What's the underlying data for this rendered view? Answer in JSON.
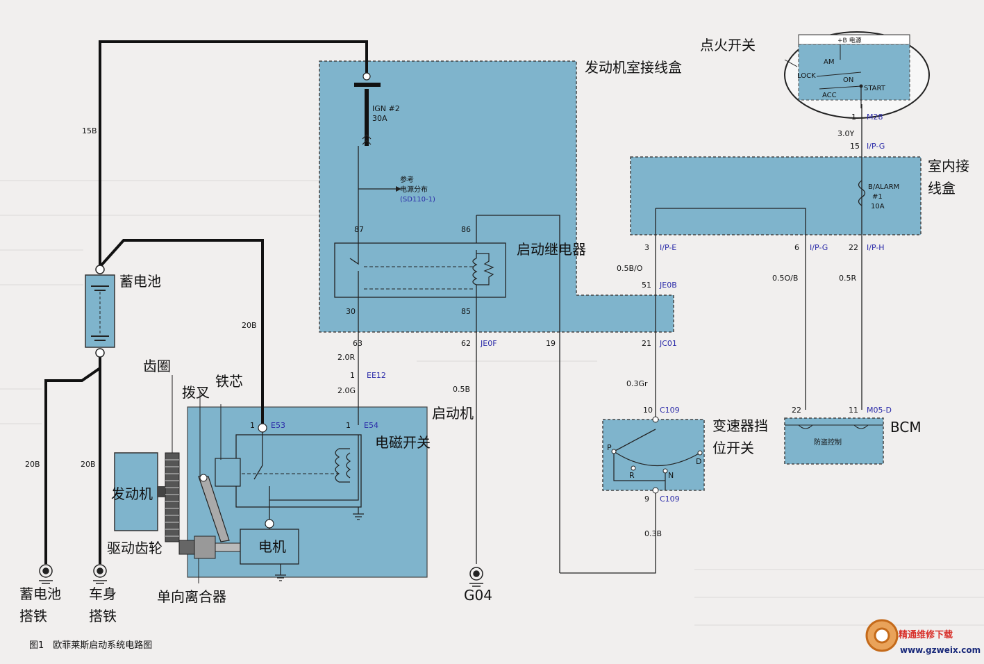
{
  "labels": {
    "engine_box": "发动机室接线盒",
    "ign_switch": "点火开关",
    "indoor_box_1": "室内接",
    "indoor_box_2": "线盒",
    "starter_relay": "启动继电器",
    "battery": "蓄电池",
    "starter": "启动机",
    "solenoid": "电磁开关",
    "gear_ring": "齿圈",
    "fork": "拨叉",
    "core": "铁芯",
    "engine": "发动机",
    "drive_gear": "驱动齿轮",
    "motor": "电机",
    "one_way_clutch": "单向离合器",
    "battery_ground_1": "蓄电池",
    "battery_ground_2": "搭铁",
    "body_ground_1": "车身",
    "body_ground_2": "搭铁",
    "g04": "G04",
    "shift_switch_1": "变速器挡",
    "shift_switch_2": "位开关",
    "bcm": "BCM",
    "bcm_inner": "防盗控制",
    "caption": "图1　欧菲莱斯启动系统电路图",
    "watermark_cn": "精通维修下载",
    "watermark_url": "www.gzweix.com"
  },
  "ign_switch": {
    "supply": "+B 电源",
    "am": "AM",
    "lock": "LOCK",
    "on": "ON",
    "acc": "ACC",
    "start": "START",
    "pin": "1",
    "conn": "M28"
  },
  "fuse_ign": {
    "name": "IGN #2",
    "rating": "30A"
  },
  "fuse_bialarm": {
    "name": "B/ALARM",
    "num": "#1",
    "rating": "10A"
  },
  "ref": {
    "line1": "参考",
    "line2": "电源分布",
    "line3": "(SD110-1)"
  },
  "wires": {
    "w15b": "15B",
    "w20b_top": "20B",
    "w20b_left": "20B",
    "w20b_mid": "20B",
    "w3y": "3.0Y",
    "w2r": "2.0R",
    "w2g": "2.0G",
    "w05b": "0.5B",
    "w05bo": "0.5B/O",
    "w05ob": "0.5O/B",
    "w05r": "0.5R",
    "w03gr": "0.3Gr",
    "w03b": "0.3B"
  },
  "pins": {
    "p15": "15",
    "ipg_top": "I/P-G",
    "p87": "87",
    "p86": "86",
    "p30": "30",
    "p85": "85",
    "p3": "3",
    "ipe": "I/P-E",
    "p6": "6",
    "ipg": "I/P-G",
    "p22": "22",
    "iph": "I/P-H",
    "p51": "51",
    "je0b": "JE0B",
    "p63": "63",
    "p62": "62",
    "je0f": "JE0F",
    "p19": "19",
    "p21": "21",
    "jc01": "JC01",
    "p1a": "1",
    "ee12": "EE12",
    "p1b": "1",
    "e53": "E53",
    "p1c": "1",
    "e54": "E54",
    "p10": "10",
    "c109a": "C109",
    "p9": "9",
    "c109b": "C109",
    "p22b": "22",
    "p11": "11",
    "m05d": "M05-D",
    "gear_p": "P",
    "gear_r": "R",
    "gear_n": "N",
    "gear_d": "D"
  }
}
